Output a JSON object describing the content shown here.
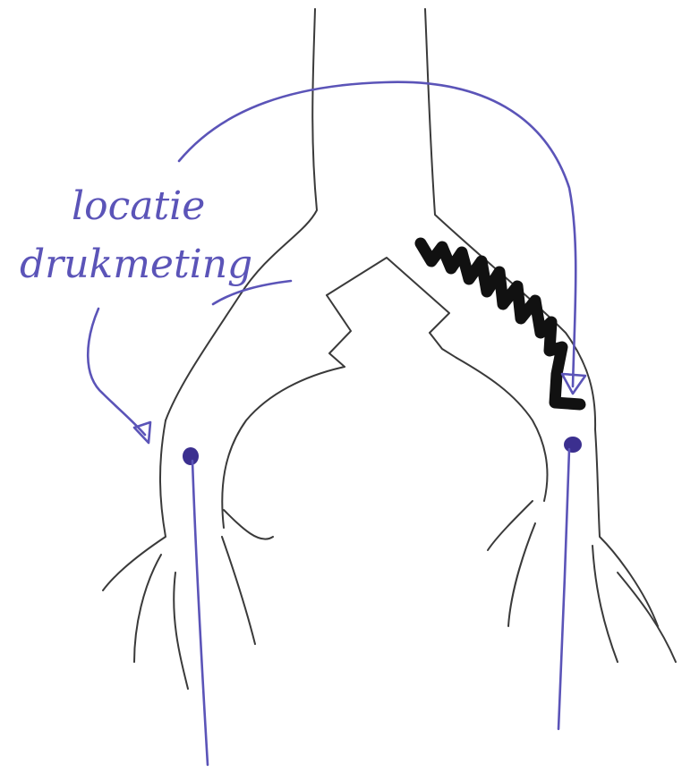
{
  "annotation": {
    "line1": "locatie",
    "line2": "drukmeting"
  },
  "colors": {
    "vessel_outline": "#3a3a3a",
    "annotation_ink": "#5b54b8",
    "stenosis_mark": "#111111",
    "background": "#ffffff"
  },
  "markers": {
    "pressure_points": 2,
    "stenosis_side": "right"
  }
}
